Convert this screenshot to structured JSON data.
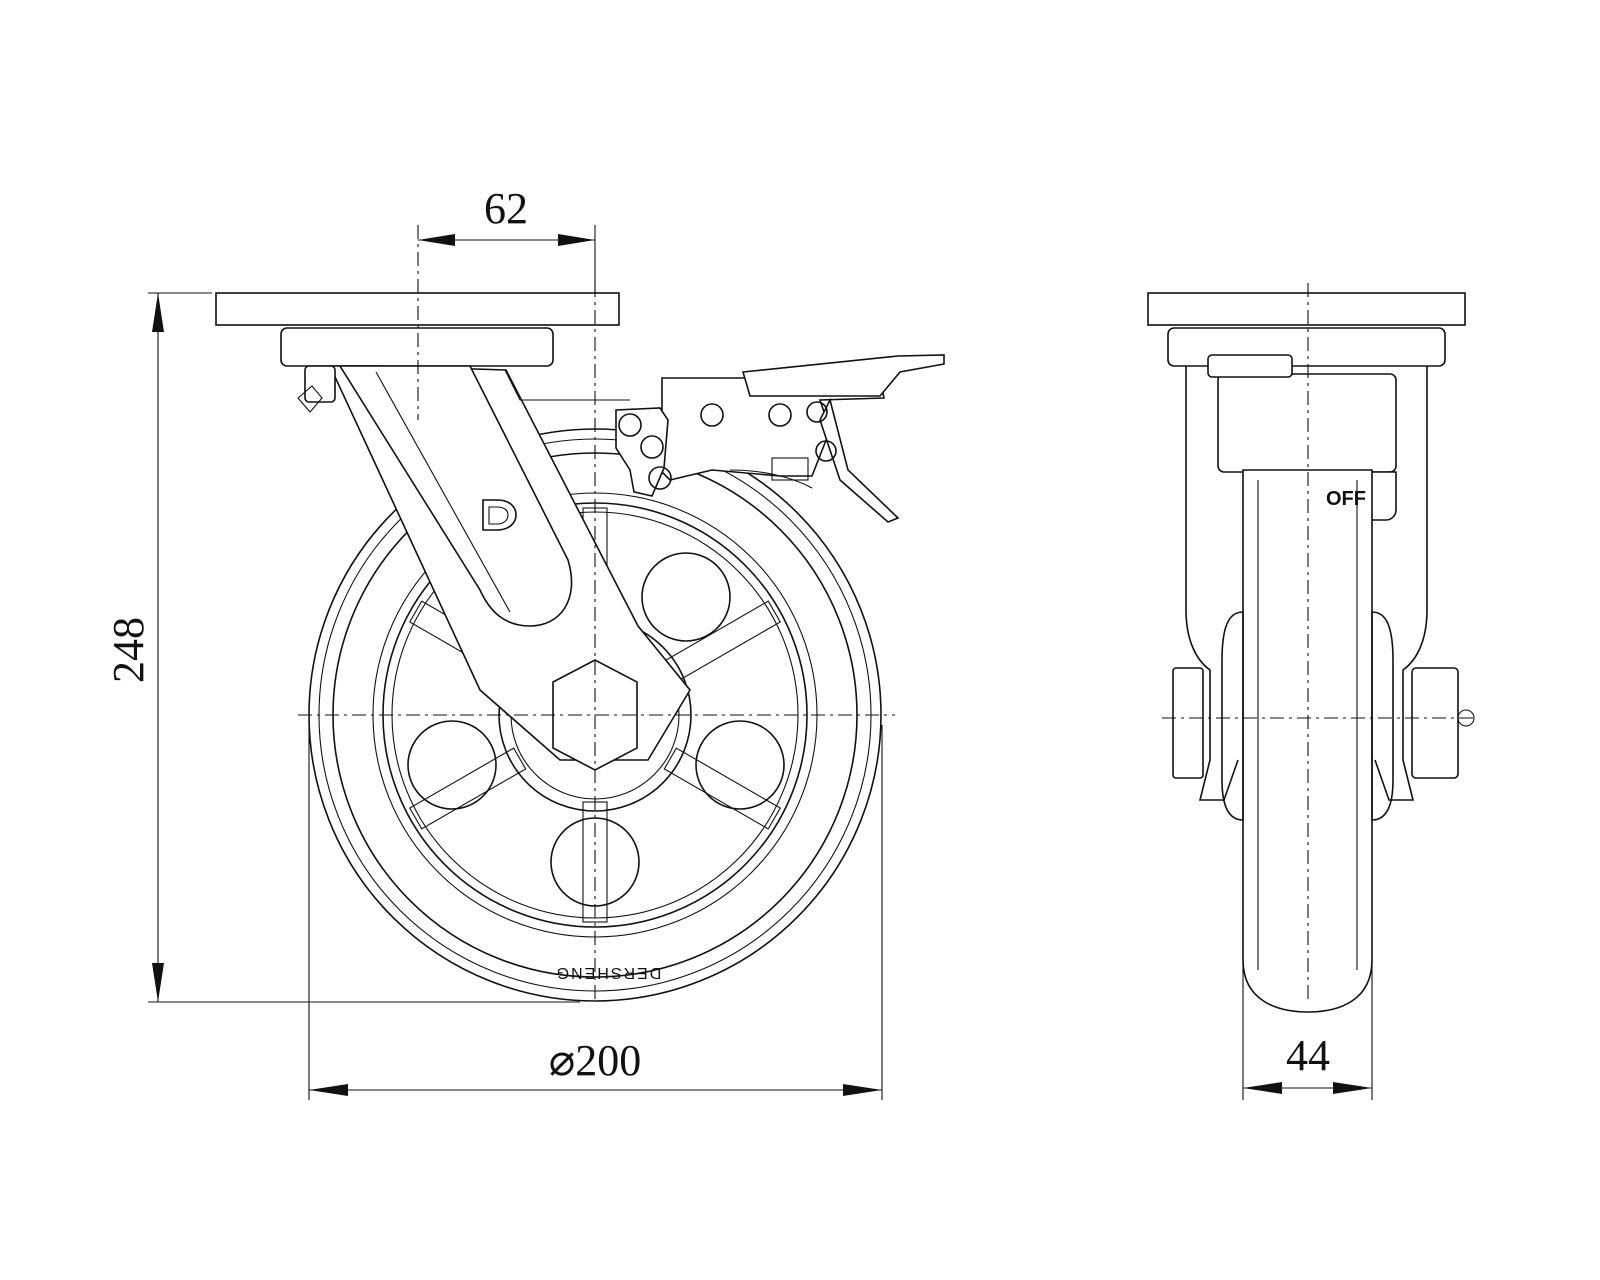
{
  "dimensions": {
    "offset": "62",
    "height": "248",
    "wheel_diameter": "⌀200",
    "wheel_width": "44"
  },
  "labels": {
    "brake_state": "OFF",
    "brand": "DERSHENG",
    "logo": "D"
  },
  "colors": {
    "line": "#111111",
    "background": "#ffffff"
  }
}
